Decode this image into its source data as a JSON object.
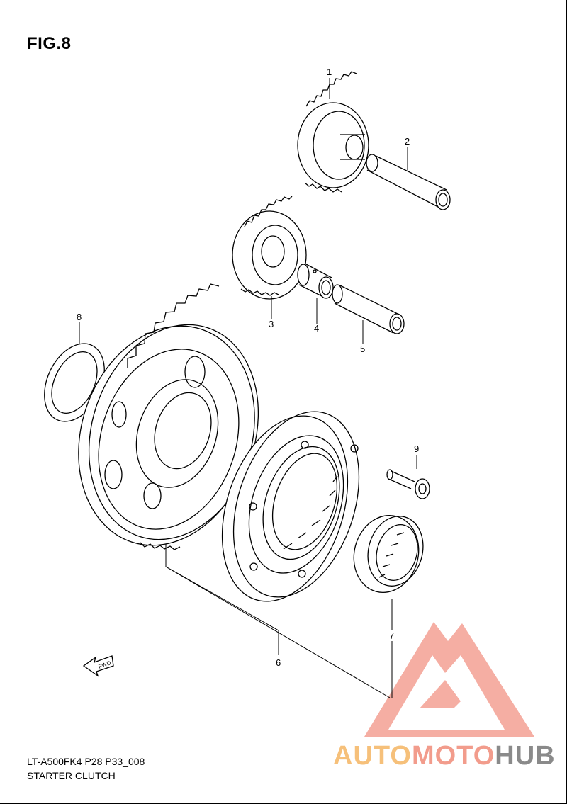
{
  "figure": {
    "title": "FIG.8"
  },
  "footer": {
    "code": "LT-A500FK4 P28 P33_008",
    "name": "STARTER CLUTCH"
  },
  "callouts": {
    "c1": "1",
    "c2": "2",
    "c3": "3",
    "c4": "4",
    "c5": "5",
    "c6": "6",
    "c7": "7",
    "c8": "8",
    "c9": "9"
  },
  "fwd_label": "FWD",
  "watermark": {
    "part_a": "AUTO",
    "part_b": "MOTO",
    "part_c": "HUB"
  },
  "colors": {
    "line": "#000000",
    "watermark_red": "#f28c80",
    "watermark_orange": "#f6c07a",
    "watermark_gray": "#8a8a8a"
  }
}
